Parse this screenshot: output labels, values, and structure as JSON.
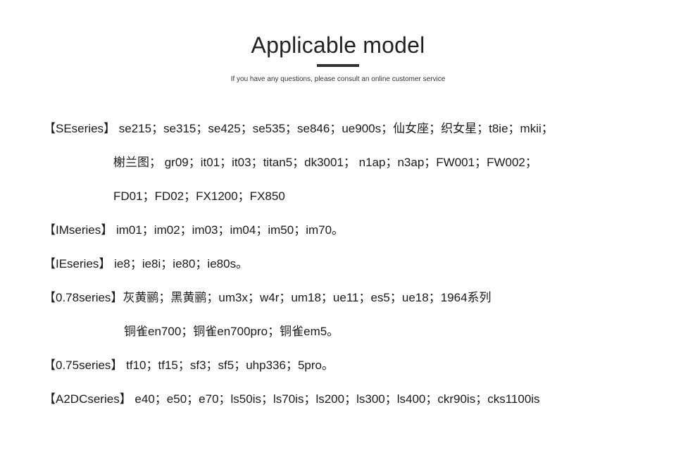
{
  "header": {
    "title": "Applicable model",
    "subtitle": "If you have any questions, please consult an online customer service"
  },
  "lines": [
    {
      "label": "【SEseries】",
      "text": " se215；se315；se425；se535；se846；ue900s；仙女座；织女星；t8ie；mkii；"
    },
    {
      "label": "",
      "text": "榭兰图； gr09；it01；it03；titan5；dk3001； n1ap；n3ap；FW001；FW002；"
    },
    {
      "label": "",
      "text": "FD01；FD02；FX1200；FX850"
    },
    {
      "label": "【IMseries】",
      "text": " im01；im02；im03；im04；im50；im70。"
    },
    {
      "label": "【IEseries】",
      "text": " ie8；ie8i；ie80；ie80s。"
    },
    {
      "label": "【0.78series】",
      "text": "灰黄鹂；黑黄鹂；um3x；w4r；um18；ue11；es5；ue18；1964系列"
    },
    {
      "label": "",
      "text": "铜雀en700；铜雀en700pro；铜雀em5。"
    },
    {
      "label": "【0.75series】",
      "text": " tf10；tf15；sf3；sf5；uhp336；5pro。"
    },
    {
      "label": "【A2DCseries】",
      "text": " e40；e50；e70；ls50is；ls70is；ls200；ls300；ls400；ckr90is；cks1100is"
    }
  ]
}
